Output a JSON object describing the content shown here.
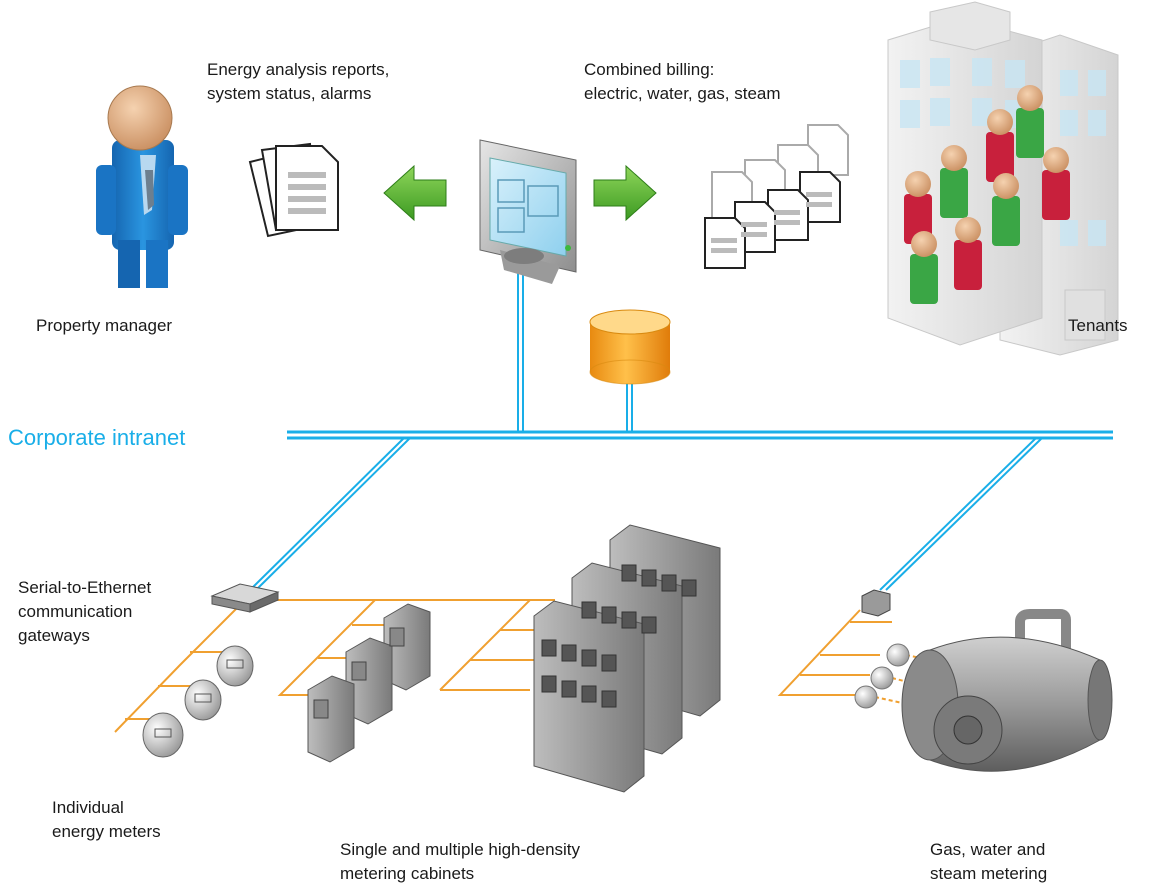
{
  "labels": {
    "reports": [
      "Energy analysis reports,",
      "system status, alarms"
    ],
    "billing": [
      "Combined billing:",
      "electric, water, gas, steam"
    ],
    "property_manager": "Property manager",
    "tenants": "Tenants",
    "intranet": "Corporate intranet",
    "gateways": [
      "Serial-to-Ethernet",
      "communication",
      "gateways"
    ],
    "meters": [
      "Individual",
      "energy meters"
    ],
    "cabinets": [
      "Single and multiple high-density",
      "metering cabinets"
    ],
    "gws": [
      "Gas, water and",
      "steam metering"
    ]
  },
  "colors": {
    "network": "#19aee8",
    "serial_bus": "#f0a030",
    "manager_suit": "#1f84d0",
    "arrow_green": "#4cae2c",
    "database": "#f4a21e",
    "tenant_red": "#c8203c",
    "tenant_green": "#3aa645"
  },
  "icons": {
    "manager": "person-icon",
    "monitor": "monitor-icon",
    "database": "database-icon",
    "building": "building-icon"
  }
}
